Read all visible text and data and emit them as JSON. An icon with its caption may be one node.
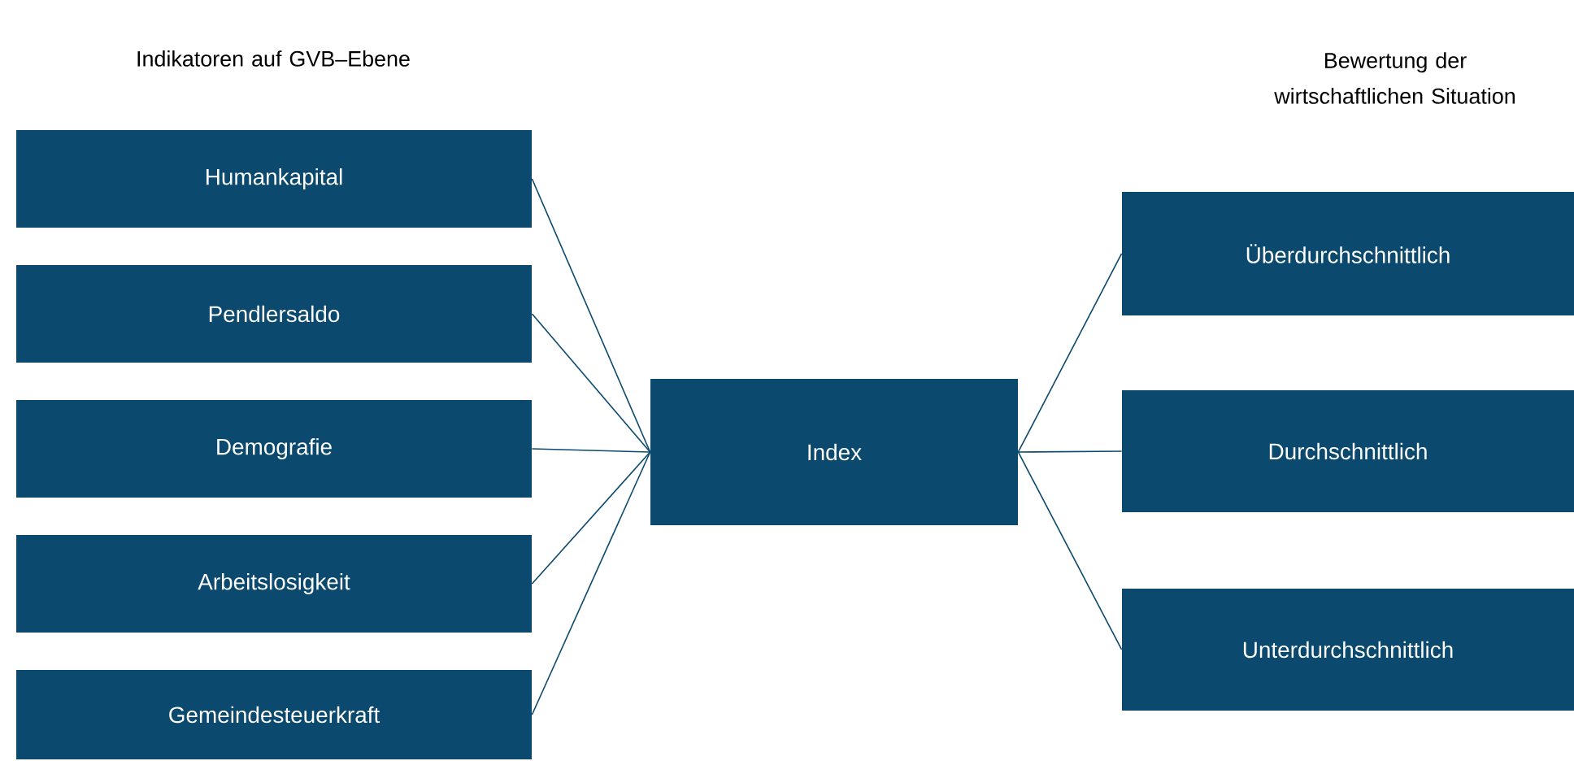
{
  "diagram": {
    "nodes": [
      {
        "text": [
          "Humankapital"
        ]
      },
      {
        "text": [
          "Pendlersaldo"
        ]
      },
      {
        "text": [
          "Demografie"
        ]
      },
      {
        "text": [
          "Arbeitslosigkeit"
        ]
      },
      {
        "text": [
          "Gemeindesteuerkraft"
        ]
      },
      {
        "text": [
          "Index"
        ]
      },
      {
        "text": [
          "Überdurchschnittlich"
        ]
      },
      {
        "text": [
          "Durchschnittlich"
        ]
      },
      {
        "text": [
          "Unterdurchschnittlich"
        ]
      }
    ],
    "edges": [
      {
        "from": 0,
        "to": 5,
        "arrow": "none"
      },
      {
        "from": 1,
        "to": 5,
        "arrow": "none"
      },
      {
        "from": 2,
        "to": 5,
        "arrow": "none"
      },
      {
        "from": 3,
        "to": 5,
        "arrow": "none"
      },
      {
        "from": 4,
        "to": 5,
        "arrow": "none"
      },
      {
        "from": 5,
        "to": 6,
        "arrow": "none"
      },
      {
        "from": 5,
        "to": 7,
        "arrow": "none"
      },
      {
        "from": 5,
        "to": 8,
        "arrow": "none"
      }
    ],
    "labels": [
      "Indikatoren auf GVB–Ebene",
      "Bewertung der wirtschaftlichen Situation"
    ]
  }
}
